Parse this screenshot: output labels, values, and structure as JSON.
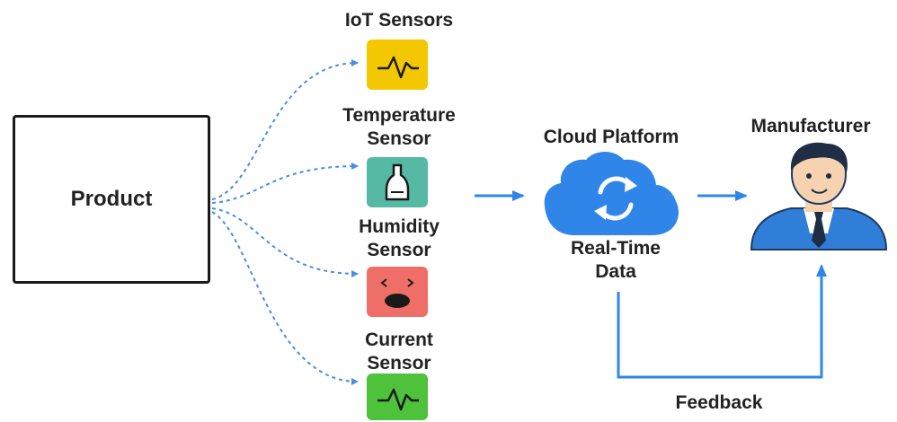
{
  "product": {
    "label": "Product"
  },
  "sensors": [
    {
      "line1": "IoT Sensors",
      "line2": "",
      "color": "#f3c800",
      "icon": "pulse-icon"
    },
    {
      "line1": "Temperature",
      "line2": "Sensor",
      "color": "#55b9a3",
      "icon": "bottle-icon"
    },
    {
      "line1": "Humidity",
      "line2": "Sensor",
      "color": "#ef6f68",
      "icon": "droplet-icon"
    },
    {
      "line1": "Current",
      "line2": "Sensor",
      "color": "#4ec23a",
      "icon": "pulse-icon"
    }
  ],
  "cloud": {
    "title": "Cloud Platform",
    "caption1": "Real-Time",
    "caption2": "Data",
    "color": "#2f86e8",
    "icon": "sync-icon"
  },
  "manufacturer": {
    "title": "Manufacturer",
    "icon": "person-icon"
  },
  "feedback": {
    "label": "Feedback"
  },
  "colors": {
    "connector": "#4a8ee0",
    "arrow": "#2f86e8"
  }
}
